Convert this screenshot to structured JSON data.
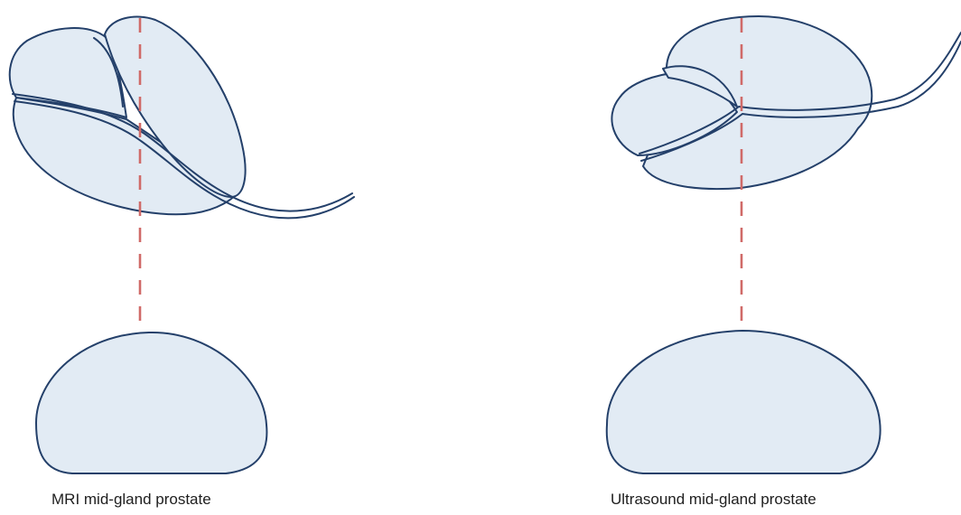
{
  "colors": {
    "organ_fill": "#e2ebf4",
    "organ_outline": "#24406a",
    "guide_line": "#d06a68",
    "caption_text": "#1e1e1e"
  },
  "panels": [
    {
      "id": "mri",
      "caption": "MRI mid-gland prostate"
    },
    {
      "id": "ultrasound",
      "caption": "Ultrasound mid-gland prostate"
    }
  ]
}
